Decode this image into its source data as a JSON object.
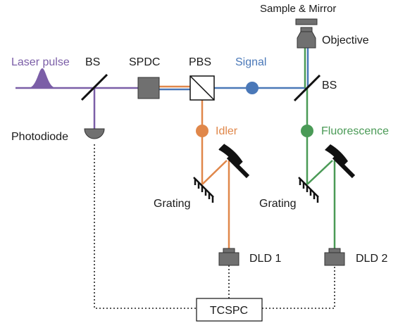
{
  "labels": {
    "laser_pulse": "Laser pulse",
    "bs_left": "BS",
    "spdc": "SPDC",
    "pbs": "PBS",
    "signal": "Signal",
    "bs_right": "BS",
    "sample_mirror": "Sample & Mirror",
    "objective": "Objective",
    "photodiode": "Photodiode",
    "idler": "Idler",
    "fluorescence": "Fluorescence",
    "grating_left": "Grating",
    "grating_right": "Grating",
    "dld1": "DLD 1",
    "dld2": "DLD 2",
    "tcspc": "TCSPC"
  },
  "colors": {
    "laser": "#7b5ea7",
    "signal": "#4a78b8",
    "idler": "#e0874a",
    "fluorescence": "#4a9a56",
    "component": "#707070",
    "label_text": "#1a1a1a"
  }
}
